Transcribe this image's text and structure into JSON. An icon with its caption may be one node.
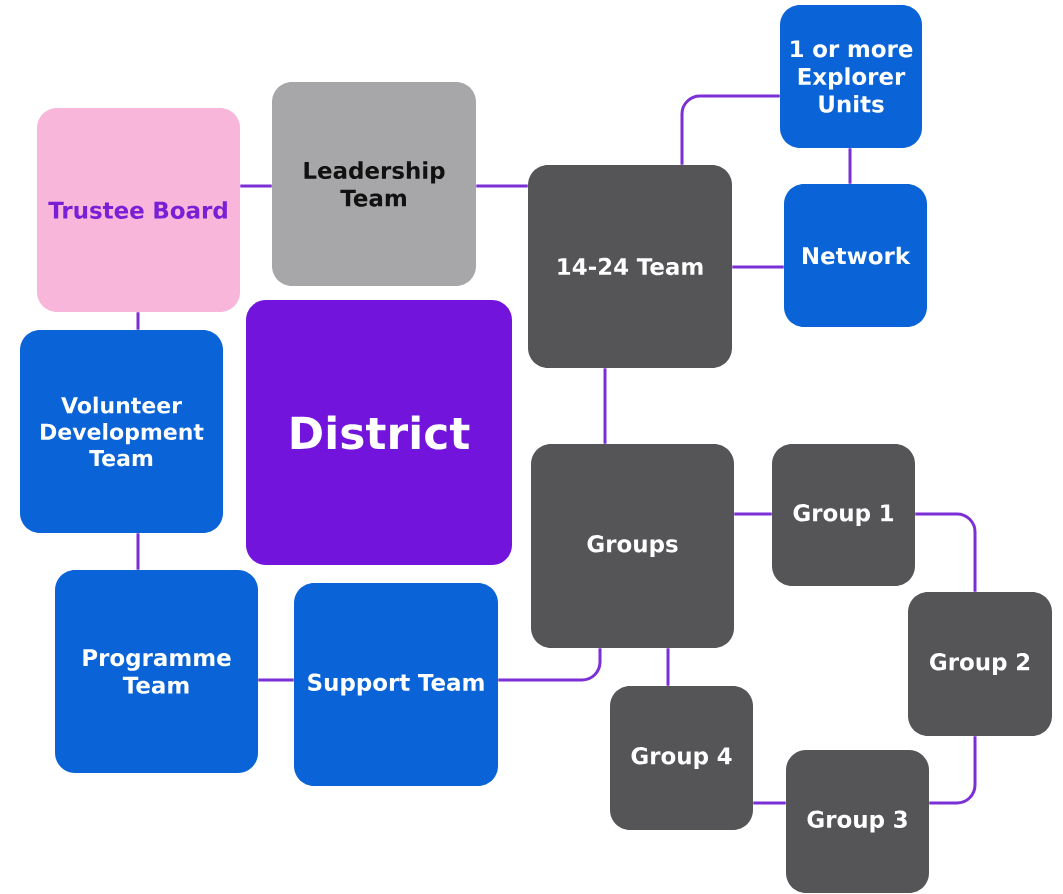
{
  "diagram": {
    "nodes": [
      {
        "text": [
          "Trustee Board"
        ]
      },
      {
        "text": [
          "Leadership Team"
        ]
      },
      {
        "text": [
          "14-24 Team"
        ]
      },
      {
        "text": [
          "1 or more Explorer Units"
        ]
      },
      {
        "text": [
          "Network"
        ]
      },
      {
        "text": [
          "Volunteer Development Team"
        ]
      },
      {
        "text": [
          "District"
        ]
      },
      {
        "text": [
          "Groups"
        ]
      },
      {
        "text": [
          "Group 1"
        ]
      },
      {
        "text": [
          "Group 2"
        ]
      },
      {
        "text": [
          "Programme Team"
        ]
      },
      {
        "text": [
          "Support Team"
        ]
      },
      {
        "text": [
          "Group 4"
        ]
      },
      {
        "text": [
          "Group 3"
        ]
      }
    ],
    "edges": [
      {
        "from": 0,
        "to": 1,
        "arrow": "none"
      },
      {
        "from": 1,
        "to": 2,
        "arrow": "none"
      },
      {
        "from": 2,
        "to": 3,
        "arrow": "none"
      },
      {
        "from": 3,
        "to": 4,
        "arrow": "none"
      },
      {
        "from": 2,
        "to": 4,
        "arrow": "none"
      },
      {
        "from": 0,
        "to": 5,
        "arrow": "none"
      },
      {
        "from": 5,
        "to": 10,
        "arrow": "none"
      },
      {
        "from": 2,
        "to": 7,
        "arrow": "none"
      },
      {
        "from": 7,
        "to": 8,
        "arrow": "none"
      },
      {
        "from": 8,
        "to": 9,
        "arrow": "none"
      },
      {
        "from": 9,
        "to": 13,
        "arrow": "none"
      },
      {
        "from": 7,
        "to": 12,
        "arrow": "none"
      },
      {
        "from": 12,
        "to": 13,
        "arrow": "none"
      },
      {
        "from": 10,
        "to": 11,
        "arrow": "none"
      },
      {
        "from": 11,
        "to": 7,
        "arrow": "none"
      }
    ]
  }
}
